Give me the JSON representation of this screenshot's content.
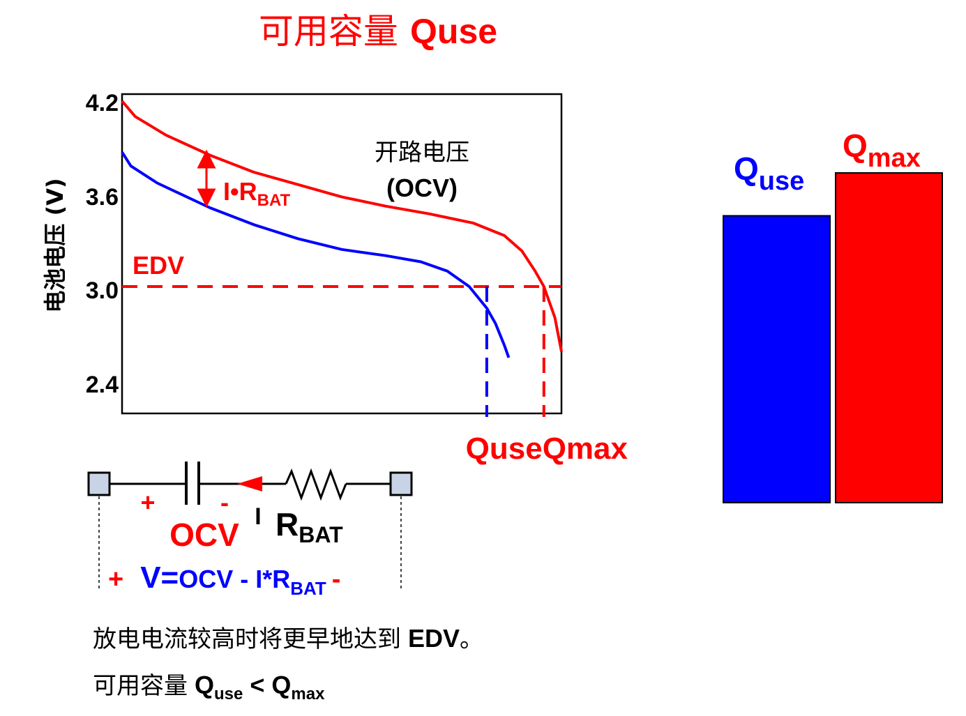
{
  "title": {
    "cn": "可用容量",
    "en": "Quse"
  },
  "chart_data": {
    "type": "line",
    "ylabel": "电池电压 (V)",
    "yticks": [
      "4.2",
      "3.6",
      "3.0",
      "2.4"
    ],
    "ylim": [
      2.2,
      4.2
    ],
    "xlim": [
      0,
      1
    ],
    "edv": {
      "label": "EDV",
      "value": 3.0,
      "color": "#ff0000"
    },
    "series": [
      {
        "name": "开路电压 (OCV)",
        "color": "#ff0000",
        "x": [
          0,
          0.03,
          0.1,
          0.2,
          0.3,
          0.4,
          0.5,
          0.6,
          0.7,
          0.8,
          0.87,
          0.91,
          0.94,
          0.96,
          0.985,
          1.0
        ],
        "y": [
          4.2,
          4.1,
          3.98,
          3.85,
          3.74,
          3.66,
          3.58,
          3.52,
          3.47,
          3.41,
          3.33,
          3.23,
          3.1,
          3.0,
          2.8,
          2.58
        ]
      },
      {
        "name": "",
        "color": "#0000ff",
        "x": [
          0,
          0.02,
          0.08,
          0.2,
          0.3,
          0.4,
          0.5,
          0.6,
          0.68,
          0.74,
          0.79,
          0.83,
          0.85,
          0.87,
          0.88
        ],
        "y": [
          3.87,
          3.78,
          3.67,
          3.51,
          3.4,
          3.31,
          3.24,
          3.2,
          3.16,
          3.1,
          3.0,
          2.86,
          2.76,
          2.62,
          2.54
        ]
      }
    ],
    "markers": [
      {
        "label": "Quse",
        "x": 0.83,
        "color": "#0000ff"
      },
      {
        "label": "Qmax",
        "x": 0.96,
        "color": "#ff0000"
      }
    ],
    "annotations": {
      "ocv_line1": "开路电压",
      "ocv_line2": "(OCV)",
      "irbat_main": "I•R",
      "irbat_sub": "BAT"
    }
  },
  "x_labels": {
    "quse": "Quse",
    "qmax": "Qmax"
  },
  "bars": {
    "quse": {
      "main": "Q",
      "sub": "use",
      "color": "#0000ff",
      "relative": 0.87
    },
    "qmax": {
      "main": "Q",
      "sub": "max",
      "color": "#ff0000",
      "relative": 1.0
    }
  },
  "circuit": {
    "plus": "+",
    "minus": "-",
    "ocv": "OCV",
    "current_mark": "I",
    "rbat_main": "R",
    "rbat_sub": "BAT",
    "formula_plus": "+",
    "formula_v": "V=",
    "formula_ocv": "OCV",
    "formula_mid": " - I*R",
    "formula_sub": "BAT",
    "formula_minus": "-"
  },
  "notes": {
    "line1_cn": "放电电流较高时将更早地达到",
    "line1_en": "EDV",
    "line1_end": "。",
    "line2_cn": "可用容量",
    "q1": "Q",
    "q1_sub": "use",
    "lt": " < ",
    "q2": "Q",
    "q2_sub": "max"
  }
}
